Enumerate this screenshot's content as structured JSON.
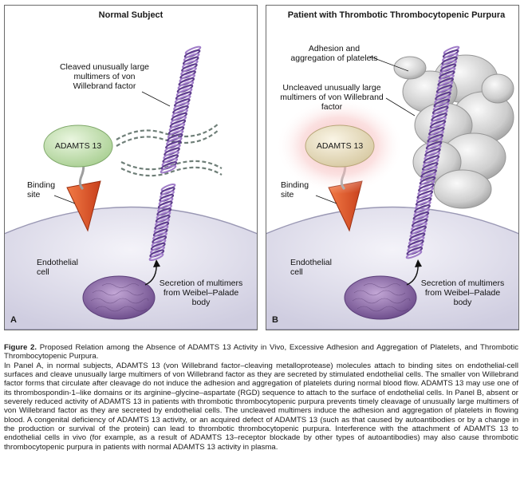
{
  "panel_a": {
    "title": "Normal Subject",
    "letter": "A",
    "label_cleaved": "Cleaved unusually large multimers of von Willebrand factor",
    "label_enzyme": "ADAMTS 13",
    "label_binding": "Binding site",
    "label_endothelial": "Endothelial cell",
    "label_secretion": "Secretion of multimers from Weibel–Palade body"
  },
  "panel_b": {
    "title": "Patient with Thrombotic Thrombocytopenic Purpura",
    "letter": "B",
    "label_adhesion": "Adhesion and aggregation of platelets",
    "label_uncleaved": "Uncleaved unusually large multimers of von Willebrand factor",
    "label_enzyme": "ADAMTS 13",
    "label_binding": "Binding site",
    "label_endothelial": "Endothelial cell",
    "label_secretion": "Secretion of multimers from Weibel–Palade body"
  },
  "caption": {
    "figure_label": "Figure 2.",
    "figure_title": "Proposed Relation among the Absence of ADAMTS 13 Activity in Vivo, Excessive Adhesion and Aggregation of Platelets, and Thrombotic Thrombocytopenic Purpura.",
    "body": "In Panel A, in normal subjects, ADAMTS 13 (von Willebrand factor–cleaving metalloprotease) molecules attach to binding sites on endothelial-cell surfaces and cleave unusually large multimers of von Willebrand factor as they are secreted by stimulated endothelial cells. The smaller von Willebrand factor forms that circulate after cleavage do not induce the adhesion and aggregation of platelets during normal blood flow. ADAMTS 13 may use one of its thrombospondin-1–like domains or its arginine–glycine–aspartate (RGD) sequence to attach to the surface of endothelial cells. In Panel B, absent or severely reduced activity of ADAMTS 13 in patients with thrombotic thrombocytopenic purpura prevents timely cleavage of unusually large multimers of von Willebrand factor as they are secreted by endothelial cells. The uncleaved multimers induce the adhesion and aggregation of platelets in flowing blood. A congenital deficiency of ADAMTS 13 activity, or an acquired defect of ADAMTS 13 (such as that caused by autoantibodies or by a change in the production or survival of the protein) can lead to thrombotic thrombocytopenic purpura. Interference with the attachment of ADAMTS 13 to endothelial cells in vivo (for example, as a result of ADAMTS 13–receptor blockade by other types of autoantibodies) may also cause thrombotic thrombocytopenic purpura in patients with normal ADAMTS 13 activity in plasma."
  },
  "colors": {
    "coil": "#a07cc8",
    "coil_dark": "#5e3d8c",
    "enzyme_a": "#c2ddb0",
    "enzyme_b": "#ece2c6",
    "receptor": "#e05a2c",
    "cell": "#e2e0ee",
    "nucleus": "#8c6aa6",
    "platelet": "#c8c8c8"
  }
}
